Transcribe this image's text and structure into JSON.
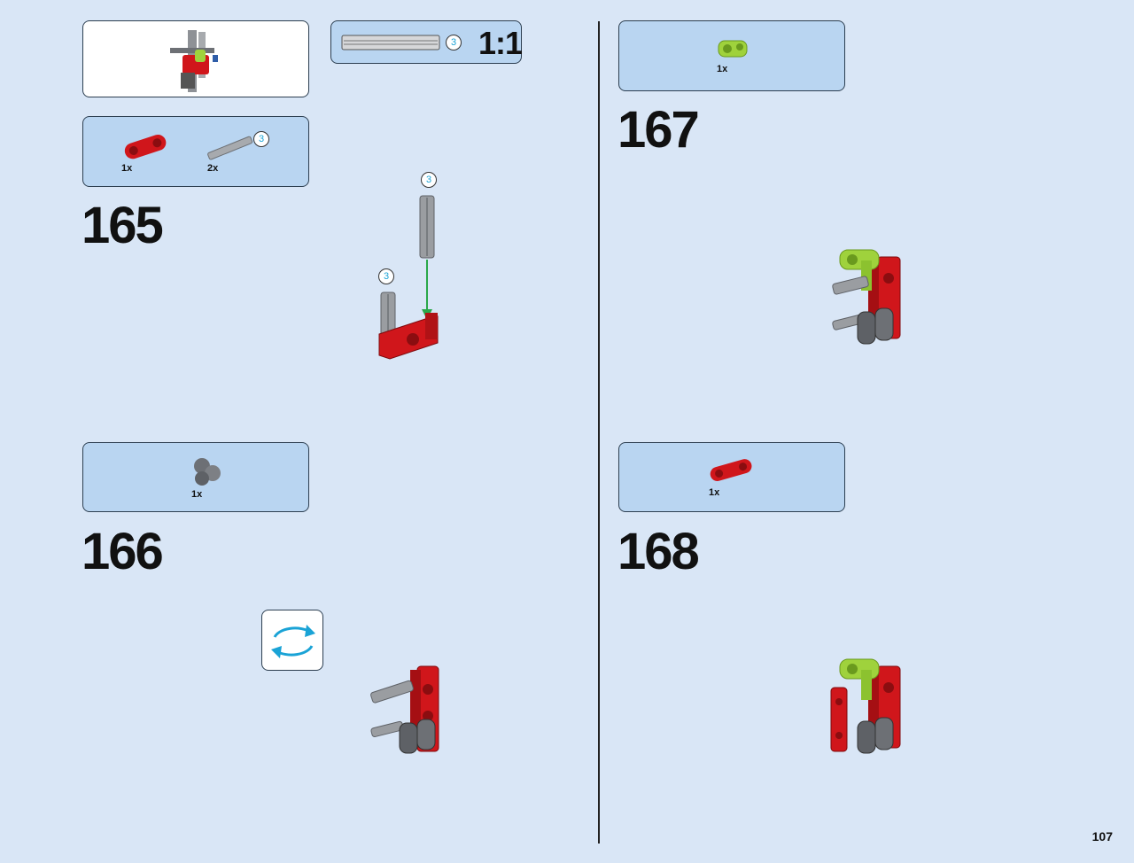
{
  "page": {
    "number": "107"
  },
  "scale_box": {
    "ratio": "1:1",
    "length_label": "3"
  },
  "steps": {
    "s165": {
      "number": "165",
      "parts": [
        {
          "qty": "1x"
        },
        {
          "qty": "2x",
          "length": "3"
        }
      ],
      "callouts": [
        "3",
        "3"
      ]
    },
    "s166": {
      "number": "166",
      "parts": [
        {
          "qty": "1x"
        }
      ],
      "rotate_icon": "rotate-model-icon"
    },
    "s167": {
      "number": "167",
      "parts": [
        {
          "qty": "1x"
        }
      ]
    },
    "s168": {
      "number": "168",
      "parts": [
        {
          "qty": "1x"
        }
      ]
    }
  },
  "colors": {
    "background": "#d9e6f6",
    "parts_box": "#b9d5f1",
    "red_part": "#d0161b",
    "lime_part": "#9fd23c",
    "grey_part": "#8e9196",
    "arrow": "#2aa84a",
    "callout_text": "#1aa3d6"
  }
}
